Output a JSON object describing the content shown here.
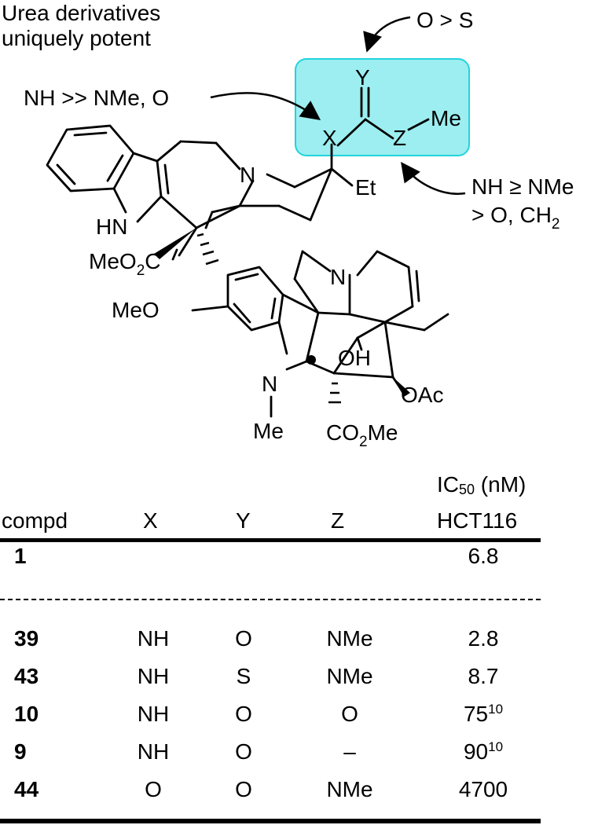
{
  "annotations": {
    "urea_line1": "Urea derivatives",
    "urea_line2": "uniquely potent",
    "y_pref": "O > S",
    "x_pref": "NH >> NMe, O",
    "z_pref_line1": "NH ≥ NMe",
    "z_pref_line2": "> O, CH",
    "z_pref_sub": "2"
  },
  "highlight_color": "#9ceef0",
  "highlight_border": "#22d3dd",
  "atoms": {
    "X": "X",
    "Y": "Y",
    "Z": "Z",
    "Me_top": "Me",
    "N1": "N",
    "Et": "Et",
    "HN": "HN",
    "MeO2C": "MeO",
    "MeO2C_sub": "2",
    "MeO2C_c": "C",
    "N2": "N",
    "MeO": "MeO",
    "N3": "N",
    "Me_n": "Me",
    "OH": "OH",
    "OAc": "OAc",
    "CO2Me_a": "CO",
    "CO2Me_sub": "2",
    "CO2Me_b": "Me"
  },
  "table": {
    "headers": {
      "compd": "compd",
      "x": "X",
      "y": "Y",
      "z": "Z",
      "ic50_line1": "IC",
      "ic50_sub": "50",
      "ic50_unit": " (nM)",
      "ic50_line2": "HCT116"
    },
    "rows": [
      {
        "compd": "1",
        "x": "",
        "y": "",
        "z": "",
        "ic50": "6.8",
        "ref": ""
      },
      {
        "compd": "39",
        "x": "NH",
        "y": "O",
        "z": "NMe",
        "ic50": "2.8",
        "ref": ""
      },
      {
        "compd": "43",
        "x": "NH",
        "y": "S",
        "z": "NMe",
        "ic50": "8.7",
        "ref": ""
      },
      {
        "compd": "10",
        "x": "NH",
        "y": "O",
        "z": "O",
        "ic50": "75",
        "ref": "10"
      },
      {
        "compd": "9",
        "x": "NH",
        "y": "O",
        "z": "–",
        "ic50": "90",
        "ref": "10"
      },
      {
        "compd": "44",
        "x": "O",
        "y": "O",
        "z": "NMe",
        "ic50": "4700",
        "ref": ""
      }
    ]
  }
}
